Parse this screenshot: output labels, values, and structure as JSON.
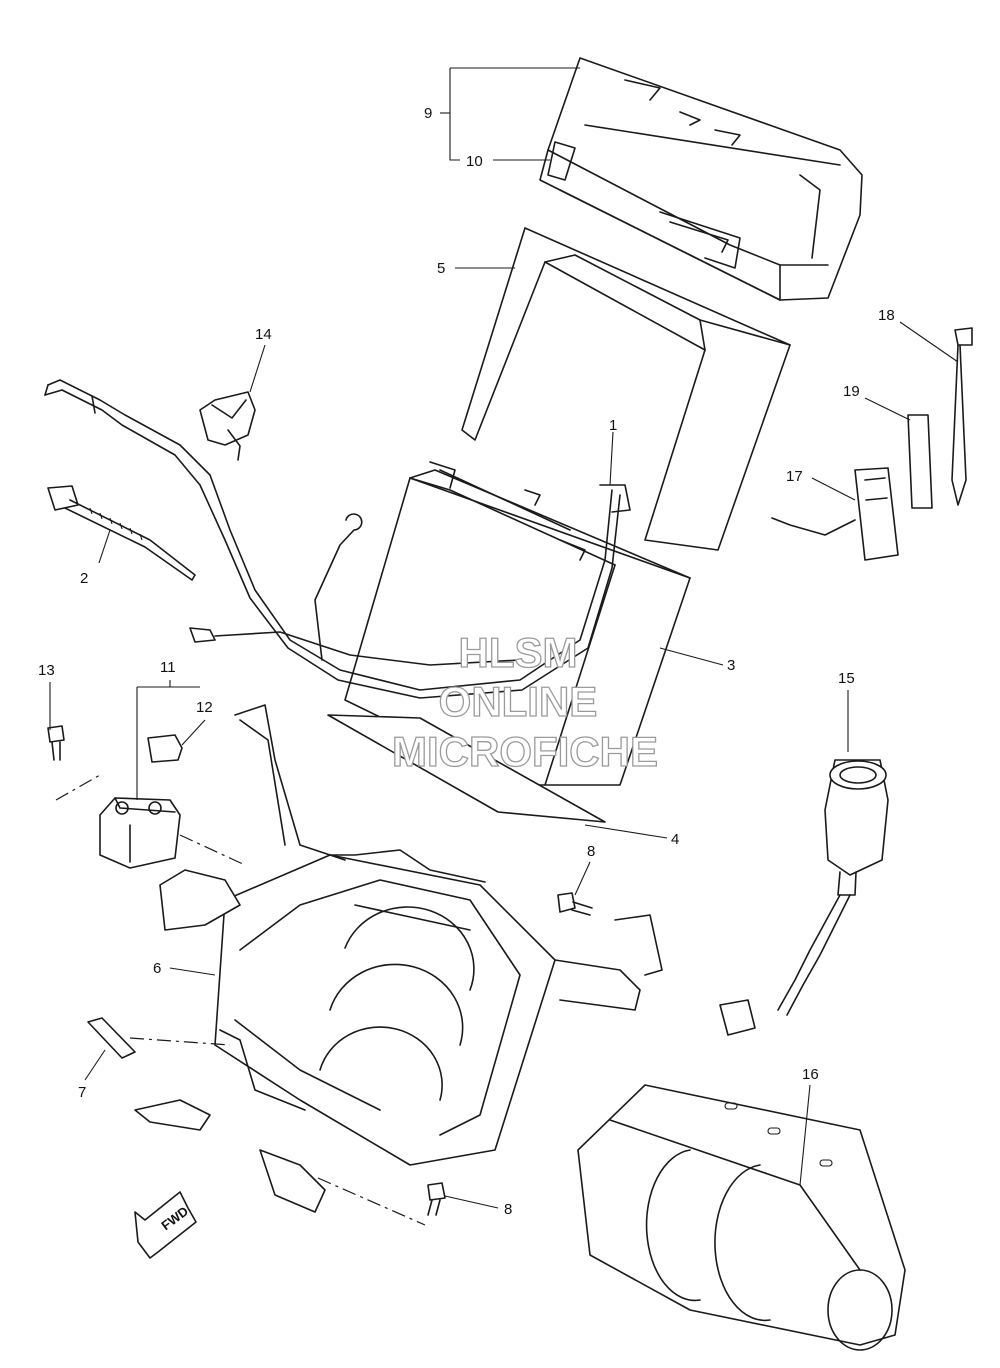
{
  "labels": [
    "1",
    "2",
    "3",
    "4",
    "5",
    "6",
    "7",
    "8",
    "8",
    "9",
    "10",
    "11",
    "12",
    "13",
    "14",
    "15",
    "16",
    "17",
    "18",
    "19"
  ],
  "watermark": [
    "HLSM",
    "ONLINE",
    "MICROFICHE"
  ],
  "direction_label": "FWD"
}
